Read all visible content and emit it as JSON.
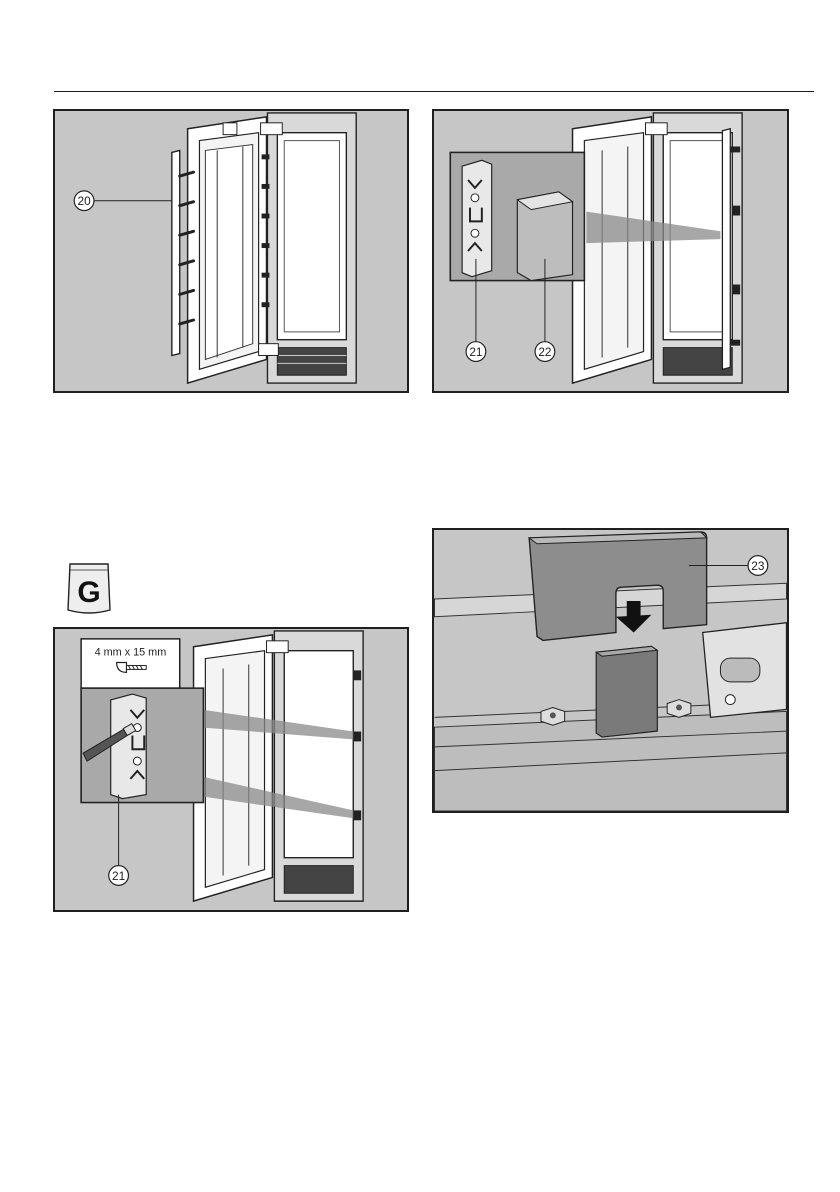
{
  "figures": [
    {
      "callout": "20",
      "part": "side-trim-strip"
    },
    {
      "callouts": [
        "21",
        "22"
      ],
      "parts": [
        "bracket",
        "cap"
      ]
    },
    {
      "callout": "21",
      "part": "bracket",
      "screw_label": "4 mm x 15 mm"
    },
    {
      "callout": "23",
      "part": "cover-cap"
    }
  ],
  "accessory_bag": {
    "label": "G"
  },
  "colors": {
    "panel_bg": "#c6c6c6",
    "line": "#1f1f1f",
    "white": "#ffffff",
    "dark": "#6d6d6d"
  }
}
